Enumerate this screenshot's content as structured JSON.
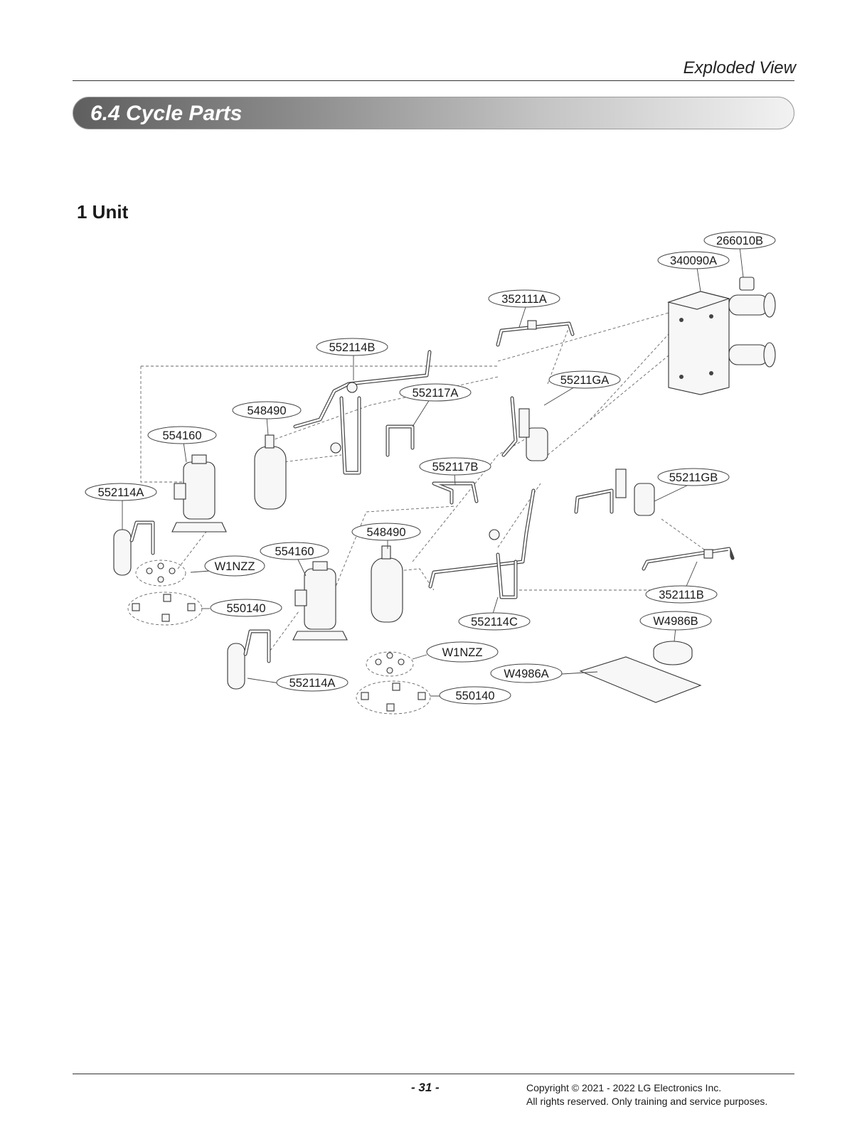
{
  "header": {
    "title": "Exploded View"
  },
  "section": {
    "title": "6.4 Cycle Parts"
  },
  "subsection": {
    "title": "1 Unit"
  },
  "parts": [
    {
      "code": "266010B"
    },
    {
      "code": "340090A"
    },
    {
      "code": "352111A"
    },
    {
      "code": "552114B"
    },
    {
      "code": "55211GA"
    },
    {
      "code": "552117A"
    },
    {
      "code": "548490"
    },
    {
      "code": "554160"
    },
    {
      "code": "552117B"
    },
    {
      "code": "55211GB"
    },
    {
      "code": "552114A"
    },
    {
      "code": "548490"
    },
    {
      "code": "554160"
    },
    {
      "code": "W1NZZ"
    },
    {
      "code": "550140"
    },
    {
      "code": "352111B"
    },
    {
      "code": "552114C"
    },
    {
      "code": "W4986B"
    },
    {
      "code": "W1NZZ"
    },
    {
      "code": "W4986A"
    },
    {
      "code": "552114A"
    },
    {
      "code": "550140"
    }
  ],
  "footer": {
    "page_number": "- 31 -",
    "copyright_line1": "Copyright © 2021 - 2022 LG Electronics Inc.",
    "copyright_line2": "All rights reserved. Only training and service purposes."
  }
}
